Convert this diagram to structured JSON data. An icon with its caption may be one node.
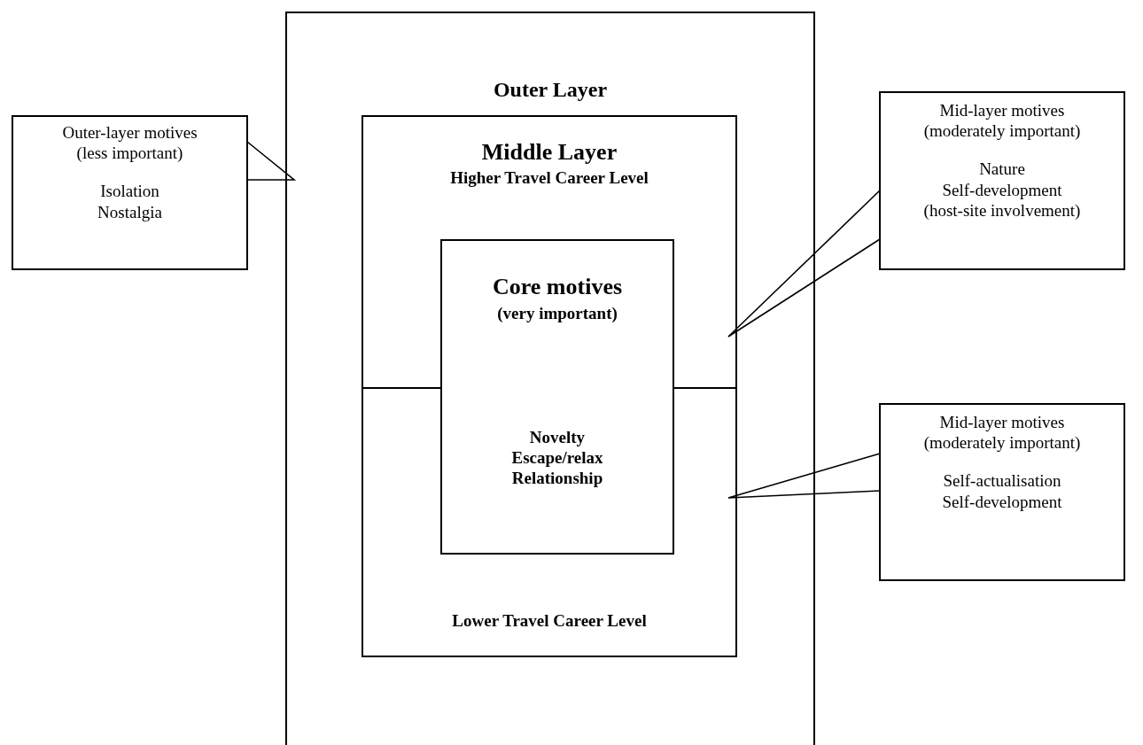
{
  "diagram": {
    "nodes": [
      {
        "text": [
          "Outer Layer"
        ]
      },
      {
        "text": [
          "Middle Layer",
          "Higher Travel Career Level",
          "Lower Travel Career Level"
        ],
        "in": 0
      },
      {
        "text": [
          "Core motives",
          "(very important)",
          "Novelty Escape/relax Relationship"
        ],
        "in": 1
      },
      {
        "text": [
          "Outer-layer motives (less important)",
          "Isolation Nostalgia"
        ]
      },
      {
        "text": [
          "Mid-layer motives (moderately important)",
          "Nature Self-development (host-site involvement)"
        ]
      },
      {
        "text": [
          "Mid-layer motives (moderately important)",
          "Self-actualisation Self-development"
        ]
      }
    ],
    "edges": [
      {
        "from": 3,
        "to": 0,
        "arrow": "none"
      },
      {
        "from": 4,
        "to": 1,
        "arrow": "none"
      },
      {
        "from": 5,
        "to": 1,
        "arrow": "none"
      }
    ]
  }
}
